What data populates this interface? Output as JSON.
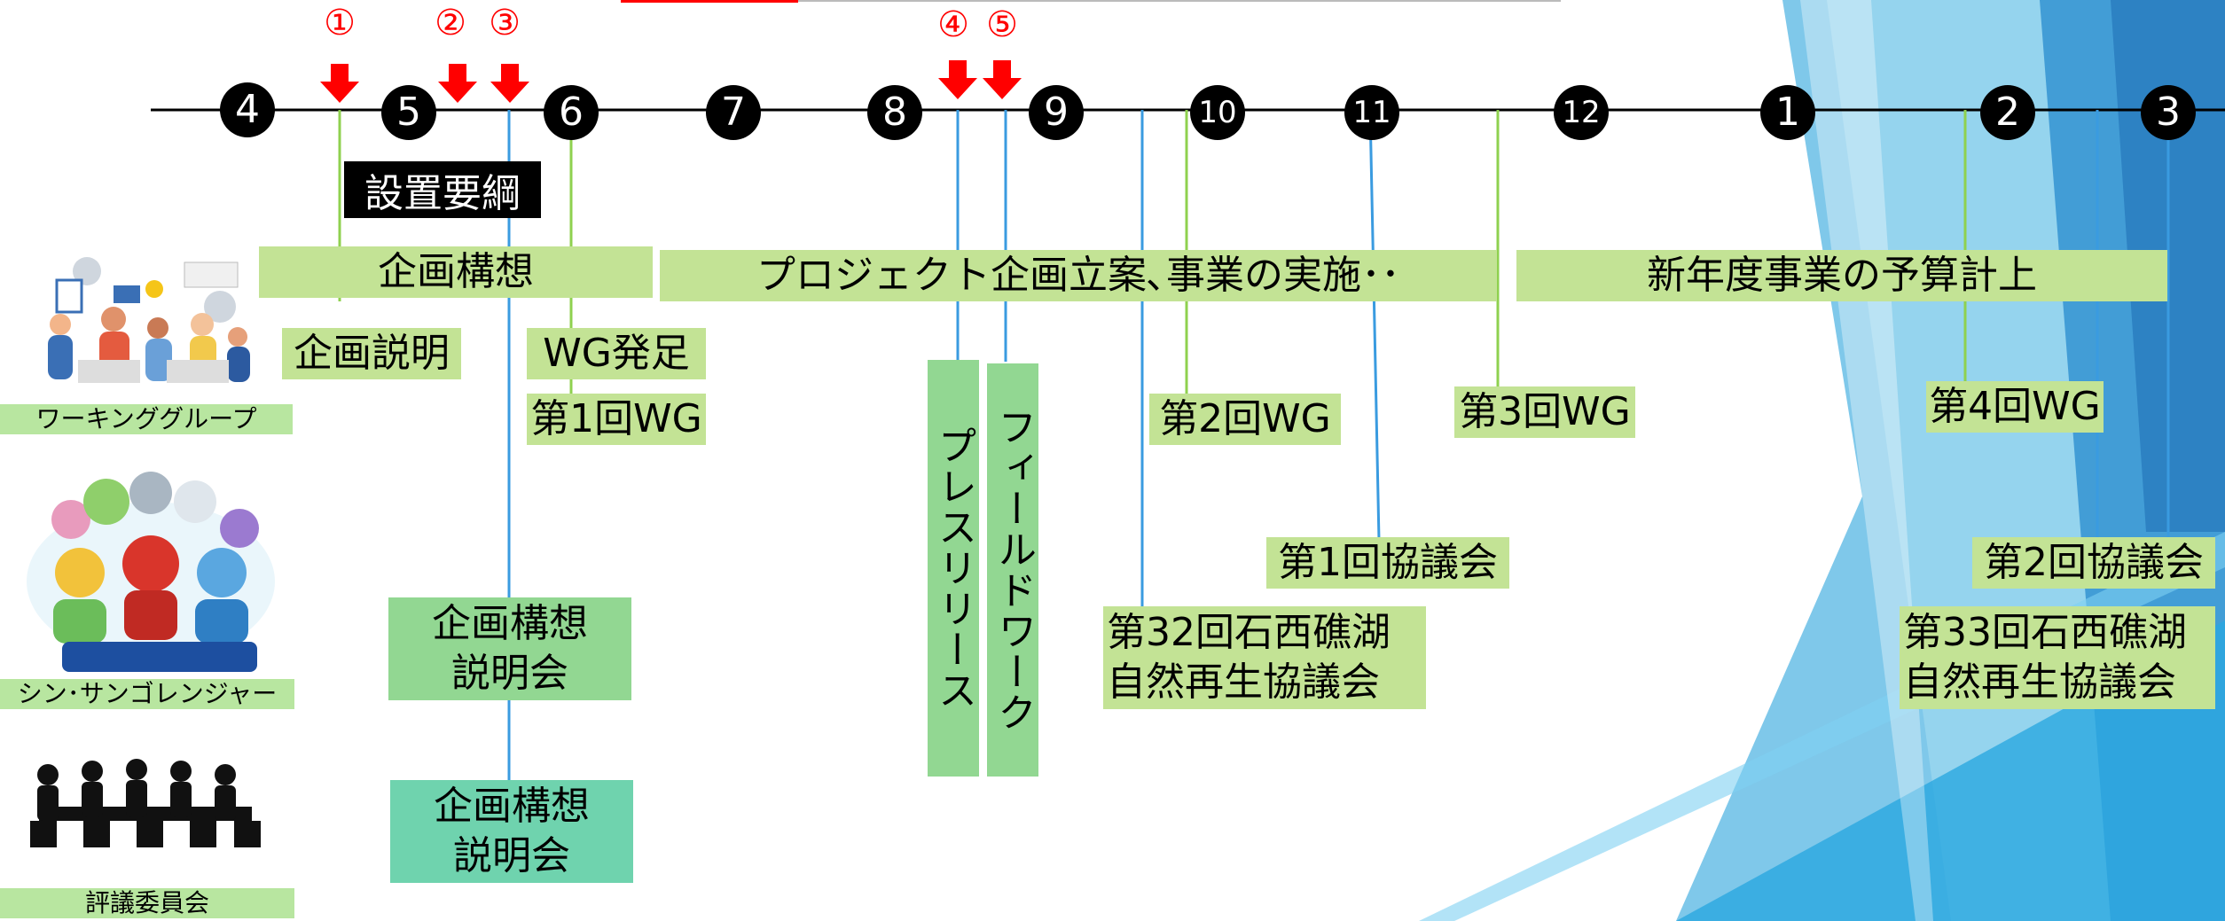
{
  "months": [
    "4",
    "5",
    "6",
    "7",
    "8",
    "9",
    "10",
    "11",
    "12",
    "1",
    "2",
    "3"
  ],
  "event_numbers": [
    "①",
    "②",
    "③",
    "④",
    "⑤"
  ],
  "setchi_youkou": "設置要綱",
  "phases": {
    "kikaku_kousou": "企画構想",
    "project": "プロジェクト企画立案､事業の実施･･",
    "shinnendo": "新年度事業の予算計上"
  },
  "events": {
    "kikaku_setsumei": "企画説明",
    "wg_hattei": "WG発足",
    "wg1": "第1回WG",
    "wg2": "第2回WG",
    "wg3": "第3回WG",
    "wg4": "第4回WG",
    "press_release": "プレスリリース",
    "field_work": "フィールドワーク",
    "kyougikai1": "第1回協議会",
    "kyougikai2": "第2回協議会",
    "setsumeikai_a_line1": "企画構想",
    "setsumeikai_a_line2": "説明会",
    "setsumeikai_b_line1": "企画構想",
    "setsumeikai_b_line2": "説明会",
    "sekisei32_line1": "第32回石西礁湖",
    "sekisei32_line2": "自然再生協議会",
    "sekisei33_line1": "第33回石西礁湖",
    "sekisei33_line2": "自然再生協議会"
  },
  "groups": {
    "working_group": "ワーキンググループ",
    "shin_sango": "シン･サンゴレンジャー",
    "hyougi": "評議委員会"
  },
  "colors": {
    "accent_red": "#ff0000",
    "light_green": "#c3e395",
    "mid_green": "#92d792",
    "teal_green": "#6fd3ae",
    "connector_blue": "#3a9be0",
    "connector_green": "#8fd14f"
  }
}
